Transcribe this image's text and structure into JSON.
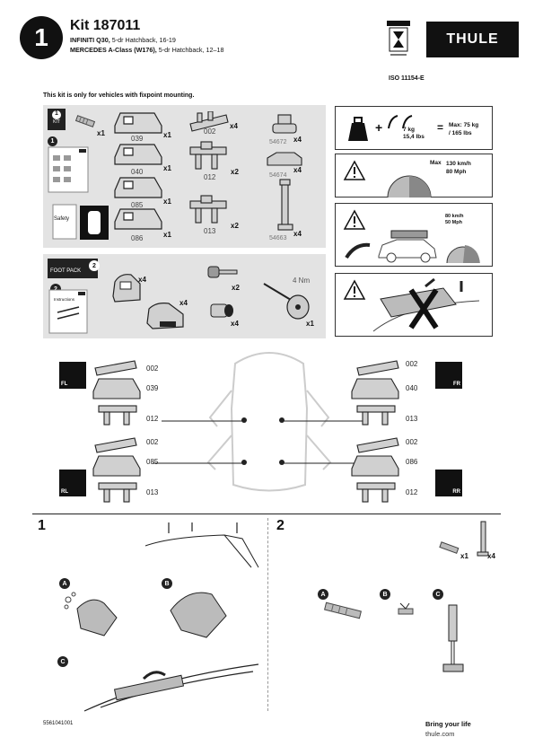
{
  "header": {
    "step_number": "1",
    "kit_title": "Kit 187011",
    "vehicles": [
      {
        "make_model": "INFINITI Q30,",
        "details": " 5-dr Hatchback, 16-19"
      },
      {
        "make_model": "MERCEDES A-Class (W176),",
        "details": " 5-dr Hatchback, 12–18"
      }
    ],
    "brand": "THULE",
    "iso": "ISO 11154-E"
  },
  "note": "This kit is only for vehicles with fixpoint mounting.",
  "kit_panel": {
    "kit_label": "KIT",
    "kit_number": "1",
    "safety_label": "Safety",
    "parts": [
      {
        "code": "039",
        "qty": "x1"
      },
      {
        "code": "040",
        "qty": "x1"
      },
      {
        "code": "085",
        "qty": "x1"
      },
      {
        "code": "086",
        "qty": "x1"
      },
      {
        "code": "002",
        "qty": "x4"
      },
      {
        "code": "012",
        "qty": "x2"
      },
      {
        "code": "013",
        "qty": "x2"
      },
      {
        "code": "54672",
        "qty": "x4"
      },
      {
        "code": "54674",
        "qty": "x4"
      },
      {
        "code": "54663",
        "qty": "x4"
      }
    ],
    "card_qty": "x1"
  },
  "foot_panel": {
    "label": "FOOT PACK",
    "number": "2",
    "instructions": "Instructions",
    "foot_qty": "x4",
    "foot2_qty": "x4",
    "key_qty": "x2",
    "lock_qty": "x4",
    "tool_qty": "x1",
    "torque": "4 Nm"
  },
  "warnings": {
    "load_weight": "7 kg\n15,4 lbs",
    "max_load": "Max: 75 kg\n/ 165 lbs",
    "speed_max_label": "Max",
    "speed_max": "130 km/h\n80 Mph",
    "speed_curve": "80 km/h\n50 Mph"
  },
  "positions": {
    "fl": {
      "tag": "FL",
      "top": "002",
      "mid": "039",
      "bottom": "012"
    },
    "fr": {
      "tag": "FR",
      "top": "002",
      "mid": "040",
      "bottom": "013"
    },
    "rl": {
      "tag": "RL",
      "top": "002",
      "mid": "085",
      "bottom": "013"
    },
    "rr": {
      "tag": "RR",
      "top": "002",
      "mid": "086",
      "bottom": "012"
    }
  },
  "steps": {
    "step1": {
      "num": "1",
      "letters": [
        "A",
        "B",
        "C"
      ]
    },
    "step2": {
      "num": "2",
      "letters": [
        "A",
        "B",
        "C"
      ],
      "qty1": "x1",
      "qty2": "x4"
    }
  },
  "footer": {
    "doc_code": "5561041001",
    "slogan": "Bring your life",
    "website": "thule.com"
  }
}
